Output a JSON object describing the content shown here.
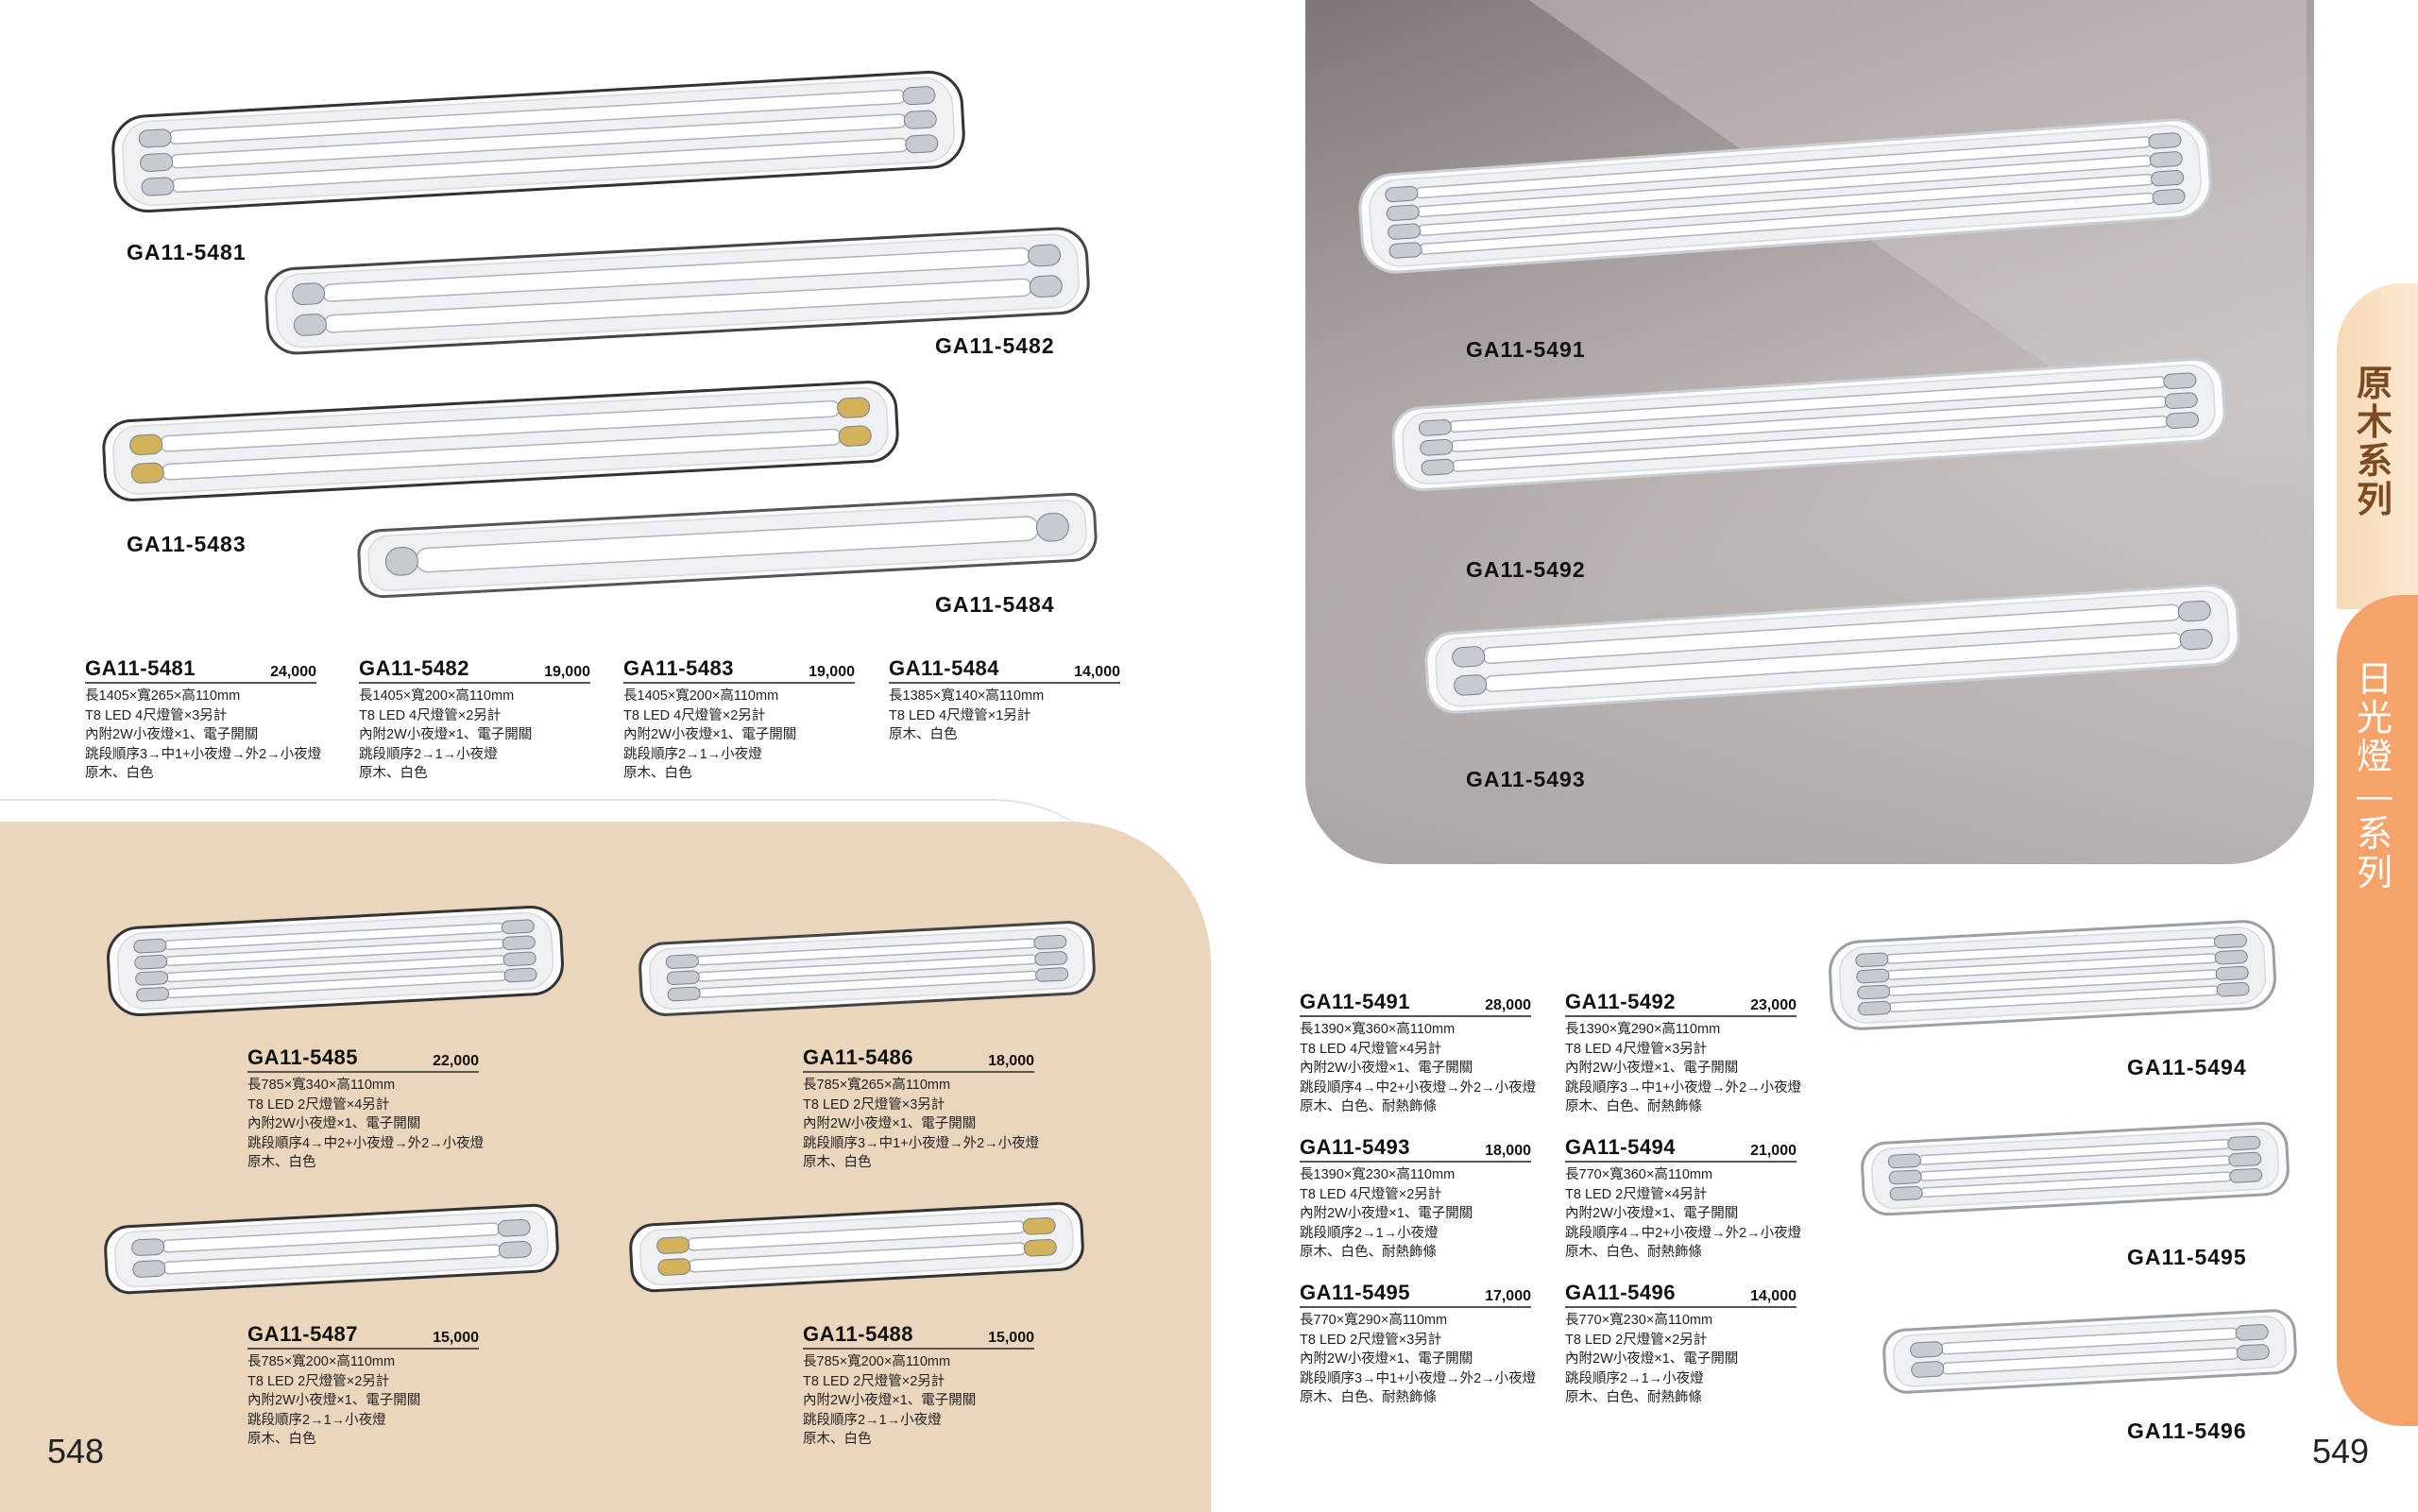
{
  "page_numbers": {
    "left": "548",
    "right": "549"
  },
  "side_tabs": {
    "wood": "原木系列",
    "fluorescent": "日光燈—系列"
  },
  "fixture_labels": {
    "f5481": "GA11-5481",
    "f5482": "GA11-5482",
    "f5483": "GA11-5483",
    "f5484": "GA11-5484",
    "f5491": "GA11-5491",
    "f5492": "GA11-5492",
    "f5493": "GA11-5493",
    "f5494": "GA11-5494",
    "f5495": "GA11-5495",
    "f5496": "GA11-5496"
  },
  "specs": {
    "s5481": {
      "model": "GA11-5481",
      "price": "24,000",
      "lines": [
        "長1405×寬265×高110mm",
        "T8 LED 4尺燈管×3另計",
        "內附2W小夜燈×1、電子開關",
        "跳段順序3→中1+小夜燈→外2→小夜燈",
        "原木、白色"
      ]
    },
    "s5482": {
      "model": "GA11-5482",
      "price": "19,000",
      "lines": [
        "長1405×寬200×高110mm",
        "T8 LED 4尺燈管×2另計",
        "內附2W小夜燈×1、電子開關",
        "跳段順序2→1→小夜燈",
        "原木、白色"
      ]
    },
    "s5483": {
      "model": "GA11-5483",
      "price": "19,000",
      "lines": [
        "長1405×寬200×高110mm",
        "T8 LED 4尺燈管×2另計",
        "內附2W小夜燈×1、電子開關",
        "跳段順序2→1→小夜燈",
        "原木、白色"
      ]
    },
    "s5484": {
      "model": "GA11-5484",
      "price": "14,000",
      "lines": [
        "長1385×寬140×高110mm",
        "T8 LED 4尺燈管×1另計",
        "原木、白色"
      ]
    },
    "s5485": {
      "model": "GA11-5485",
      "price": "22,000",
      "lines": [
        "長785×寬340×高110mm",
        "T8 LED 2尺燈管×4另計",
        "內附2W小夜燈×1、電子開關",
        "跳段順序4→中2+小夜燈→外2→小夜燈",
        "原木、白色"
      ]
    },
    "s5486": {
      "model": "GA11-5486",
      "price": "18,000",
      "lines": [
        "長785×寬265×高110mm",
        "T8 LED 2尺燈管×3另計",
        "內附2W小夜燈×1、電子開關",
        "跳段順序3→中1+小夜燈→外2→小夜燈",
        "原木、白色"
      ]
    },
    "s5487": {
      "model": "GA11-5487",
      "price": "15,000",
      "lines": [
        "長785×寬200×高110mm",
        "T8 LED 2尺燈管×2另計",
        "內附2W小夜燈×1、電子開關",
        "跳段順序2→1→小夜燈",
        "原木、白色"
      ]
    },
    "s5488": {
      "model": "GA11-5488",
      "price": "15,000",
      "lines": [
        "長785×寬200×高110mm",
        "T8 LED 2尺燈管×2另計",
        "內附2W小夜燈×1、電子開關",
        "跳段順序2→1→小夜燈",
        "原木、白色"
      ]
    },
    "s5491": {
      "model": "GA11-5491",
      "price": "28,000",
      "lines": [
        "長1390×寬360×高110mm",
        "T8 LED 4尺燈管×4另計",
        "內附2W小夜燈×1、電子開關",
        "跳段順序4→中2+小夜燈→外2→小夜燈",
        "原木、白色、耐熱飾條"
      ]
    },
    "s5492": {
      "model": "GA11-5492",
      "price": "23,000",
      "lines": [
        "長1390×寬290×高110mm",
        "T8 LED 4尺燈管×3另計",
        "內附2W小夜燈×1、電子開關",
        "跳段順序3→中1+小夜燈→外2→小夜燈",
        "原木、白色、耐熱飾條"
      ]
    },
    "s5493": {
      "model": "GA11-5493",
      "price": "18,000",
      "lines": [
        "長1390×寬230×高110mm",
        "T8 LED 4尺燈管×2另計",
        "內附2W小夜燈×1、電子開關",
        "跳段順序2→1→小夜燈",
        "原木、白色、耐熱飾條"
      ]
    },
    "s5494": {
      "model": "GA11-5494",
      "price": "21,000",
      "lines": [
        "長770×寬360×高110mm",
        "T8 LED 2尺燈管×4另計",
        "內附2W小夜燈×1、電子開關",
        "跳段順序4→中2+小夜燈→外2→小夜燈",
        "原木、白色、耐熱飾條"
      ]
    },
    "s5495": {
      "model": "GA11-5495",
      "price": "17,000",
      "lines": [
        "長770×寬290×高110mm",
        "T8 LED 2尺燈管×3另計",
        "內附2W小夜燈×1、電子開關",
        "跳段順序3→中1+小夜燈→外2→小夜燈",
        "原木、白色、耐熱飾條"
      ]
    },
    "s5496": {
      "model": "GA11-5496",
      "price": "14,000",
      "lines": [
        "長770×寬230×高110mm",
        "T8 LED 2尺燈管×2另計",
        "內附2W小夜燈×1、電子開關",
        "跳段順序2→1→小夜燈",
        "原木、白色、耐熱飾條"
      ]
    }
  },
  "colors": {
    "chrome": "#c6cbd1",
    "brass": "#d4b25c",
    "beige": "#ead6bc",
    "tab_orange": "#f6a36b"
  }
}
